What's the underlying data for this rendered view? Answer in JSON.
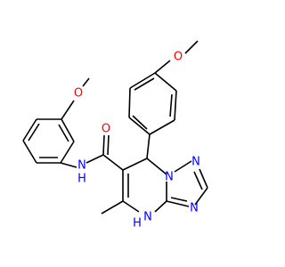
{
  "figure": {
    "kind": "chemical-structure",
    "bond_color": "#000000",
    "atom_colors": {
      "O": "#FF0000",
      "N": "#0000FF"
    }
  },
  "atoms": {
    "o_methoxy_top": "O",
    "o_amide": "O",
    "n_amide": "N",
    "h_amide": "H",
    "o_methoxy_left": "O",
    "n_triazole_1": "N",
    "n_triazole_2": "N",
    "n_triazole_3": "N",
    "n_pyrimidine_4": "N",
    "h_pyrimidine_4": "H"
  }
}
